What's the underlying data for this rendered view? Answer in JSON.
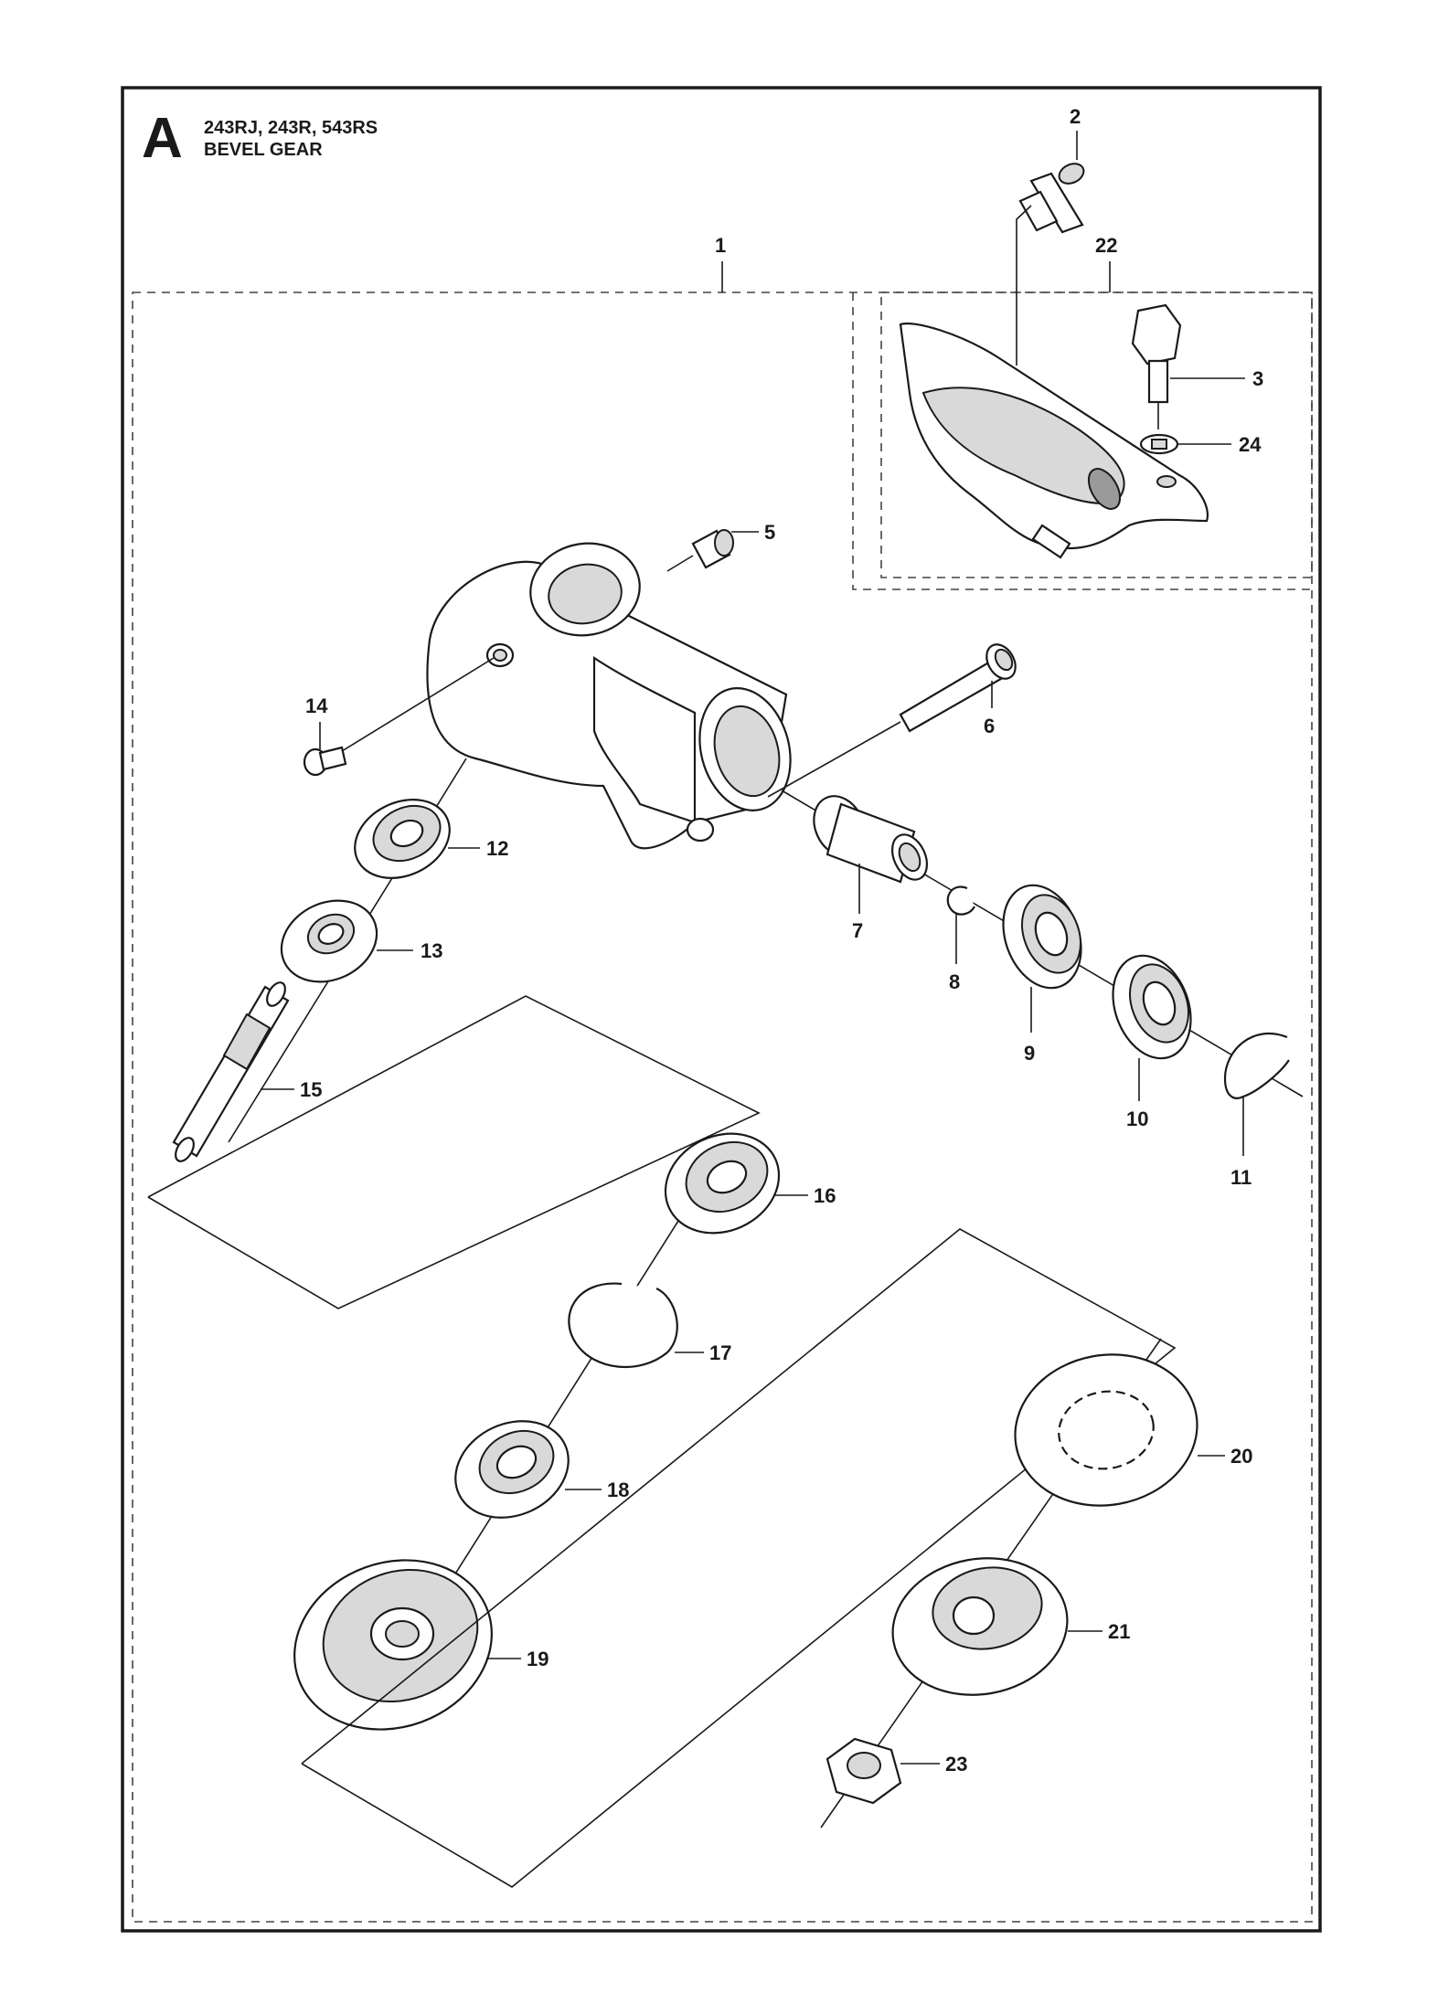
{
  "header": {
    "section_letter": "A",
    "models": "243RJ, 243R, 543RS",
    "assembly": "BEVEL GEAR"
  },
  "callouts": [
    "1",
    "2",
    "3",
    "5",
    "6",
    "7",
    "8",
    "9",
    "10",
    "11",
    "12",
    "13",
    "14",
    "15",
    "16",
    "17",
    "18",
    "19",
    "20",
    "21",
    "22",
    "23",
    "24"
  ],
  "colors": {
    "line": "#1a1a1a",
    "shade": "#d9d9d9",
    "background": "#ffffff"
  }
}
